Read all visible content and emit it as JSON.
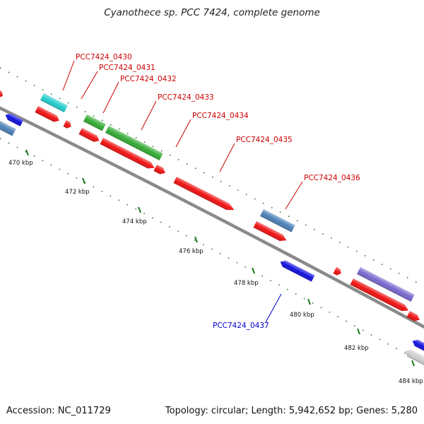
{
  "title": "Cyanothece sp. PCC 7424, complete genome",
  "footer": {
    "accession_label": "Accession: NC_011729",
    "summary": "Topology: circular; Length: 5,942,652 bp; Genes: 5,280"
  },
  "colors": {
    "backbone": "#7a7a7a",
    "tick": "#1e7a1e",
    "label_forward": "#cc0000",
    "label_reverse": "#0000cc",
    "red_cds": "#ee1111",
    "cyan_rna": "#22cccc",
    "green_feature": "#33aa33",
    "steel_feature": "#4a7fb5",
    "blue_cds": "#1111dd",
    "purple_feature": "#7766cc",
    "gray_feature": "#cccccc"
  },
  "tick_labels": [
    "470 kbp",
    "472 kbp",
    "474 kbp",
    "476 kbp",
    "478 kbp",
    "480 kbp",
    "482 kbp",
    "484 kbp"
  ],
  "gene_labels": [
    "PCC7424_0430",
    "PCC7424_0431",
    "PCC7424_0432",
    "PCC7424_0433",
    "PCC7424_0434",
    "PCC7424_0435",
    "PCC7424_0436",
    "PCC7424_0437"
  ]
}
